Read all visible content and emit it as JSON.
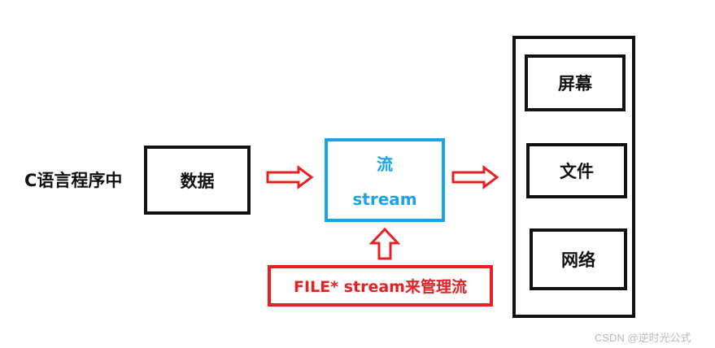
{
  "diagram": {
    "source_label": "C语言程序中",
    "data_label": "数据",
    "stream": {
      "title": "流",
      "subtitle": "stream"
    },
    "devices": {
      "screen": "屏幕",
      "file": "文件",
      "network": "网络"
    },
    "file_manage_label": "FILE* stream来管理流"
  },
  "colors": {
    "black": "#111111",
    "blue": "#1aa3e6",
    "red": "#e52124"
  },
  "watermark": "CSDN @逆时光公式"
}
